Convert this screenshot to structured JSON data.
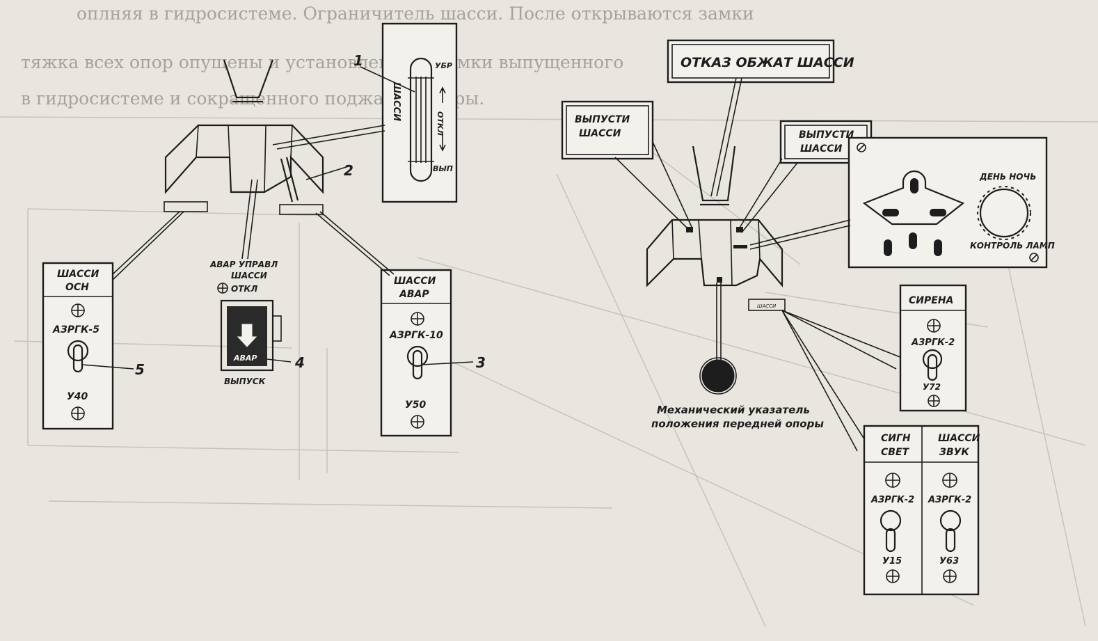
{
  "background_text": {
    "line1": "оплняя в гидросистеме. Ограничитель шасси. После открываются замки",
    "line2": "тяжка всех опор опущены и установлены на замки выпущенного",
    "line3": "в гидросистеме и сокращенного поджатия опоры."
  },
  "left_group": {
    "handle_panel": {
      "vertical_title": "ШАССИ",
      "up_label": "УБР",
      "neutral_label": "ОТКЛ",
      "down_label": "ВЫП",
      "callout": "1"
    },
    "lever_callout": "2",
    "left_panel": {
      "title_line1": "ШАССИ",
      "title_line2": "ОСН",
      "breaker": "АЗРГК-5",
      "designator": "У40",
      "callout": "5"
    },
    "right_panel": {
      "title_line1": "ШАССИ",
      "title_line2": "АВАР",
      "breaker": "АЗРГК-10",
      "designator": "У50",
      "callout": "3"
    },
    "emergency": {
      "caption_line1": "АВАР УПРАВЛ",
      "caption_line2": "ШАССИ",
      "caption_line3": "ОТКЛ",
      "handle_label": "АВАР",
      "bottom_label": "ВЫПУСК",
      "callout": "4"
    }
  },
  "right_group": {
    "top_banner": "ОТКАЗ ОБЖАТ ШАССИ",
    "left_box": {
      "line1": "ВЫПУСТИ",
      "line2": "ШАССИ"
    },
    "right_box": {
      "line1": "ВЫПУСТИ",
      "line2": "ШАССИ"
    },
    "light_panel": {
      "day_night": "ДЕНЬ НОЧЬ",
      "lamp_check": "КОНТРОЛЬ ЛАМП"
    },
    "small_plate": "ШАССИ",
    "indicator_caption_line1": "Механический указатель",
    "indicator_caption_line2": "положения передней опоры",
    "siren_panel": {
      "title": "СИРЕНА",
      "breaker": "АЗРГК-2",
      "designator": "У72"
    },
    "signal_panel": {
      "left": {
        "title_line1": "СИГН",
        "title_line2": "СВЕТ",
        "breaker": "АЗРГК-2",
        "designator": "У15"
      },
      "right": {
        "title_line1": "ШАССИ",
        "title_line2": "ЗВУК",
        "breaker": "АЗРГК-2",
        "designator": "У63"
      }
    }
  },
  "colors": {
    "ink": "#1d1d1d",
    "paper": "#e9e6df",
    "panel": "#f3f1ec",
    "faded": "#b9b5ad"
  }
}
